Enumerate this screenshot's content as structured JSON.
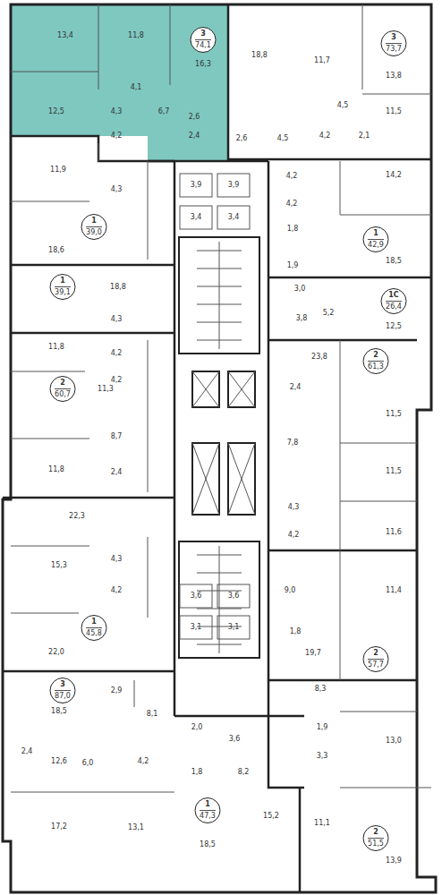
{
  "diagram": {
    "labels": [
      "13,4",
      "11,8",
      "3",
      "74,1",
      "16,3",
      "18,8",
      "11,7",
      "3",
      "73,7",
      "13,8",
      "4,1",
      "4,5",
      "12,5",
      "4,3",
      "6,7",
      "11,5",
      "2,6",
      "4,2",
      "2,4",
      "2,6",
      "4,5",
      "4,2",
      "2,1",
      "11,9",
      "4,2",
      "14,2",
      "3,9",
      "3,9",
      "4,3",
      "4,2",
      "3,4",
      "3,4",
      "1",
      "39,0",
      "1,8",
      "1",
      "42,9",
      "18,6",
      "18,5",
      "1,9",
      "1",
      "39,1",
      "18,8",
      "3,0",
      "1С",
      "26,4",
      "5,2",
      "3,8",
      "4,3",
      "12,5",
      "11,8",
      "4,2",
      "23,8",
      "2",
      "61,3",
      "4,2",
      "2",
      "60,7",
      "11,3",
      "2,4",
      "11,5",
      "8,7",
      "7,8",
      "11,8",
      "2,4",
      "11,5",
      "4,3",
      "22,3",
      "4,2",
      "11,6",
      "4,3",
      "15,3",
      "4,2",
      "9,0",
      "11,4",
      "3,6",
      "3,6",
      "1",
      "45,8",
      "3,1",
      "3,1",
      "1,8",
      "22,0",
      "19,7",
      "2",
      "57,7",
      "3",
      "87,0",
      "8,3",
      "2,9",
      "18,5",
      "8,1",
      "2,0",
      "1,9",
      "3,6",
      "13,0",
      "2,4",
      "3,3",
      "12,6",
      "6,0",
      "4,2",
      "1,8",
      "8,2",
      "1",
      "47,3",
      "15,2",
      "11,1",
      "17,2",
      "13,1",
      "2",
      "51,5",
      "18,5",
      "13,9"
    ]
  }
}
